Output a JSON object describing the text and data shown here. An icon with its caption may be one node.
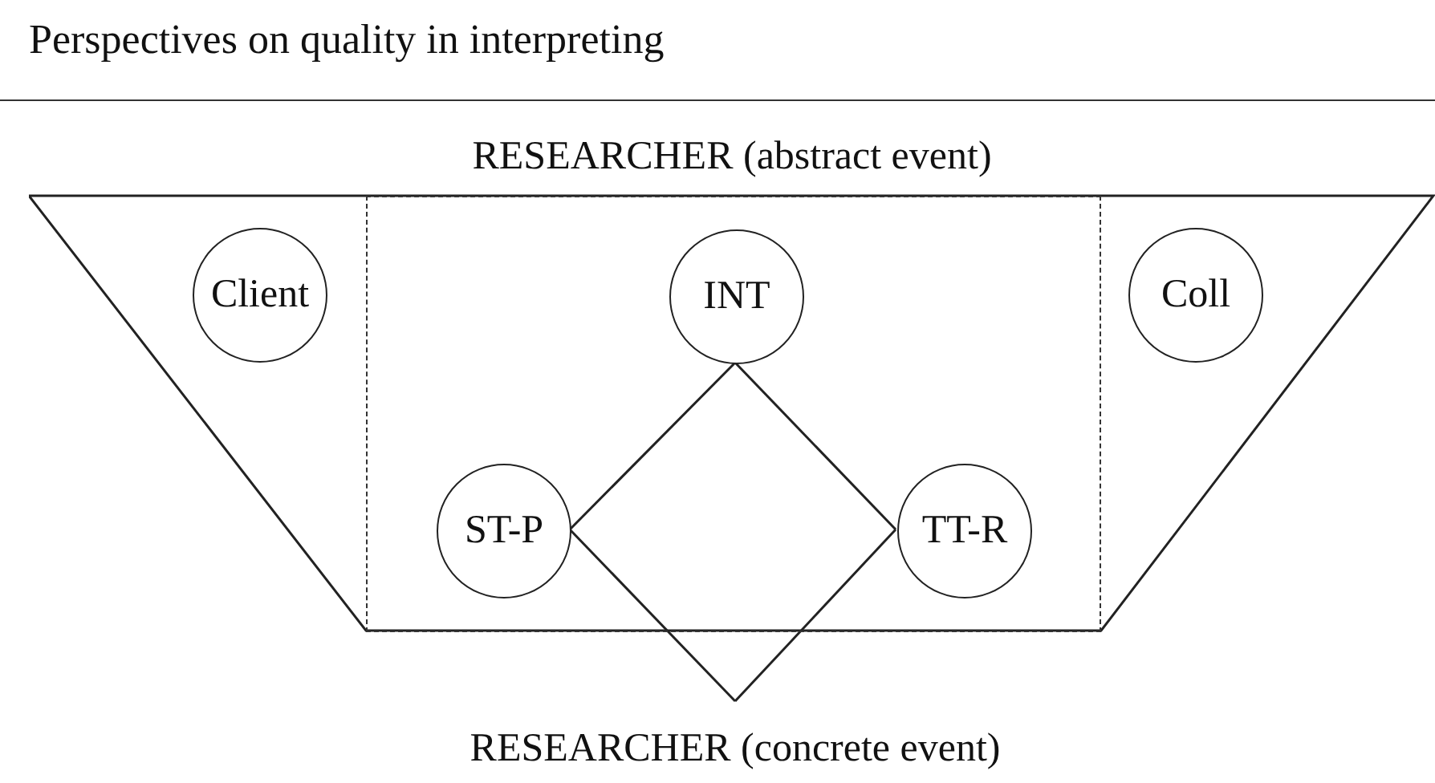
{
  "diagram": {
    "title": "Perspectives on quality in interpreting",
    "nodes": [
      {
        "text": [
          "RESEARCHER (abstract event)"
        ]
      },
      {
        "text": [],
        "shape": "box",
        "in": 0
      },
      {
        "text": [
          "Client"
        ],
        "in": 0
      },
      {
        "text": [
          "INT"
        ],
        "in": 1
      },
      {
        "text": [
          "Coll"
        ],
        "in": 0
      },
      {
        "text": [
          "ST-P"
        ],
        "in": 1
      },
      {
        "text": [
          "TT-R"
        ],
        "in": 1
      },
      {
        "text": [
          "RESEARCHER (concrete event)"
        ]
      }
    ],
    "edges": [
      {
        "from": 3,
        "to": 5,
        "arrow": "none"
      },
      {
        "from": 3,
        "to": 6,
        "arrow": "none"
      },
      {
        "from": 5,
        "to": 7,
        "arrow": "none"
      },
      {
        "from": 6,
        "to": 7,
        "arrow": "none"
      }
    ]
  }
}
